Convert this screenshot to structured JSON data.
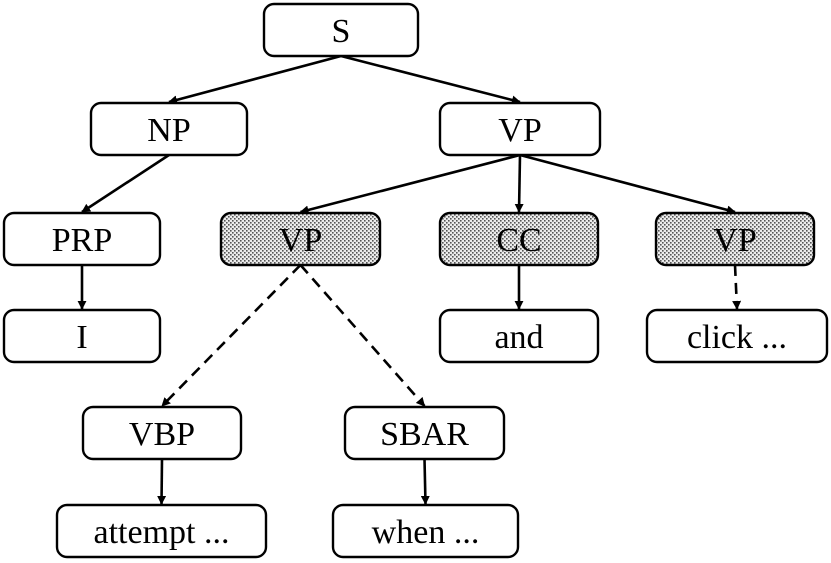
{
  "colors": {
    "stroke": "#000000",
    "background": "#ffffff",
    "highlight_fill": "dotted-gray"
  },
  "tree": {
    "nodes": [
      {
        "id": "s",
        "label": "S",
        "highlighted": false
      },
      {
        "id": "np",
        "label": "NP",
        "highlighted": false
      },
      {
        "id": "vp-top",
        "label": "VP",
        "highlighted": false
      },
      {
        "id": "prp",
        "label": "PRP",
        "highlighted": false
      },
      {
        "id": "vp-left",
        "label": "VP",
        "highlighted": true
      },
      {
        "id": "cc",
        "label": "CC",
        "highlighted": true
      },
      {
        "id": "vp-right",
        "label": "VP",
        "highlighted": true
      },
      {
        "id": "i",
        "label": "I",
        "highlighted": false
      },
      {
        "id": "and",
        "label": "and",
        "highlighted": false
      },
      {
        "id": "click",
        "label": "click ...",
        "highlighted": false
      },
      {
        "id": "vbp",
        "label": "VBP",
        "highlighted": false
      },
      {
        "id": "sbar",
        "label": "SBAR",
        "highlighted": false
      },
      {
        "id": "attempt",
        "label": "attempt ...",
        "highlighted": false
      },
      {
        "id": "when",
        "label": "when ...",
        "highlighted": false
      }
    ],
    "edges": [
      {
        "from": "s",
        "to": "np",
        "style": "solid"
      },
      {
        "from": "s",
        "to": "vp-top",
        "style": "solid"
      },
      {
        "from": "np",
        "to": "prp",
        "style": "solid"
      },
      {
        "from": "prp",
        "to": "i",
        "style": "solid"
      },
      {
        "from": "vp-top",
        "to": "vp-left",
        "style": "solid"
      },
      {
        "from": "vp-top",
        "to": "cc",
        "style": "solid"
      },
      {
        "from": "vp-top",
        "to": "vp-right",
        "style": "solid"
      },
      {
        "from": "cc",
        "to": "and",
        "style": "solid"
      },
      {
        "from": "vp-right",
        "to": "click",
        "style": "dashed"
      },
      {
        "from": "vp-left",
        "to": "vbp",
        "style": "dashed"
      },
      {
        "from": "vp-left",
        "to": "sbar",
        "style": "dashed"
      },
      {
        "from": "vbp",
        "to": "attempt",
        "style": "solid"
      },
      {
        "from": "sbar",
        "to": "when",
        "style": "solid"
      }
    ]
  }
}
